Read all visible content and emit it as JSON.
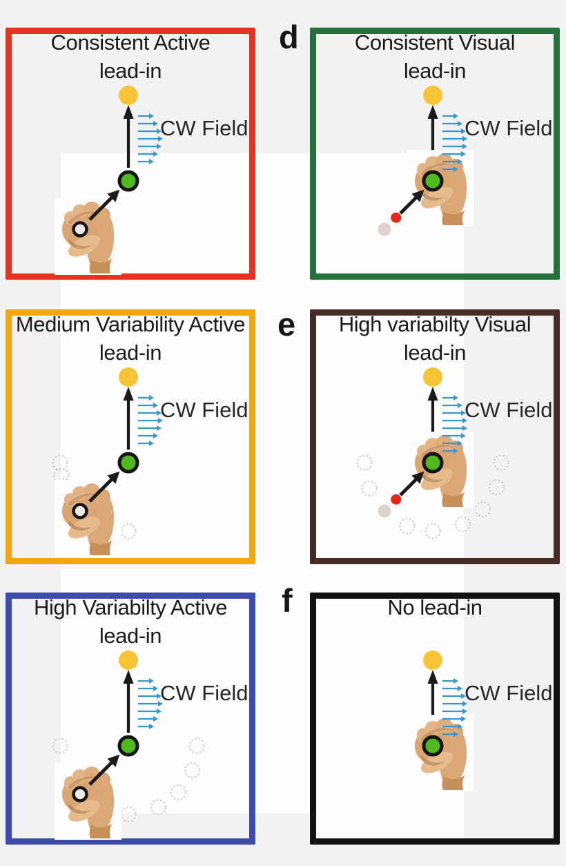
{
  "figure": {
    "background_color": "#f2f2f2",
    "panel_background_color": "#fdfdfd",
    "cw_field_label": [
      "CW",
      "Field"
    ],
    "palette": {
      "target_yellow": "#f8c437",
      "via_green": "#4eba1d",
      "cursor_red": "#e5271b",
      "start_dot_gray": "#dbd3cf",
      "start_circle_white": "#ece9e6",
      "arrow_black": "#1a1a1a",
      "field_arrow_blue": "#3599cf",
      "dashed_circle_gray": "#c2c2c2",
      "hand_skin": "#d9a673",
      "text_color": "#1b1b1b"
    },
    "panels": [
      {
        "panel_label": "",
        "title_lines": [
          "Consistent Active",
          "lead-in"
        ],
        "border_color": "#e23323",
        "lead_in_type": "active",
        "variability": "consistent",
        "start_ring_angles_deg": []
      },
      {
        "panel_label": "d",
        "title_lines": [
          "Consistent Visual",
          "lead-in"
        ],
        "border_color": "#24713b",
        "lead_in_type": "visual",
        "variability": "consistent",
        "start_ring_angles_deg": []
      },
      {
        "panel_label": "",
        "title_lines": [
          "Medium Variability Active",
          "lead-in"
        ],
        "border_color": "#f0a80e",
        "lead_in_type": "active",
        "variability": "medium",
        "start_ring_angles_deg": [
          90,
          102,
          113,
          124,
          151,
          160,
          169,
          180
        ]
      },
      {
        "panel_label": "e",
        "title_lines": [
          "High variabilty Visual",
          "lead-in"
        ],
        "border_color": "#472b27",
        "lead_in_type": "visual",
        "variability": "high",
        "start_ring_angles_deg": [
          0,
          21,
          43,
          64,
          90,
          112,
          158,
          180
        ]
      },
      {
        "panel_label": "",
        "title_lines": [
          "High Variabilty Active",
          "lead-in"
        ],
        "border_color": "#3c4cae",
        "lead_in_type": "active",
        "variability": "high",
        "start_ring_angles_deg": [
          0,
          21,
          43,
          64,
          90,
          112,
          158,
          180
        ]
      },
      {
        "panel_label": "f",
        "title_lines": [
          "No lead-in"
        ],
        "border_color": "#121212",
        "lead_in_type": "none",
        "variability": "none",
        "start_ring_angles_deg": []
      }
    ]
  }
}
